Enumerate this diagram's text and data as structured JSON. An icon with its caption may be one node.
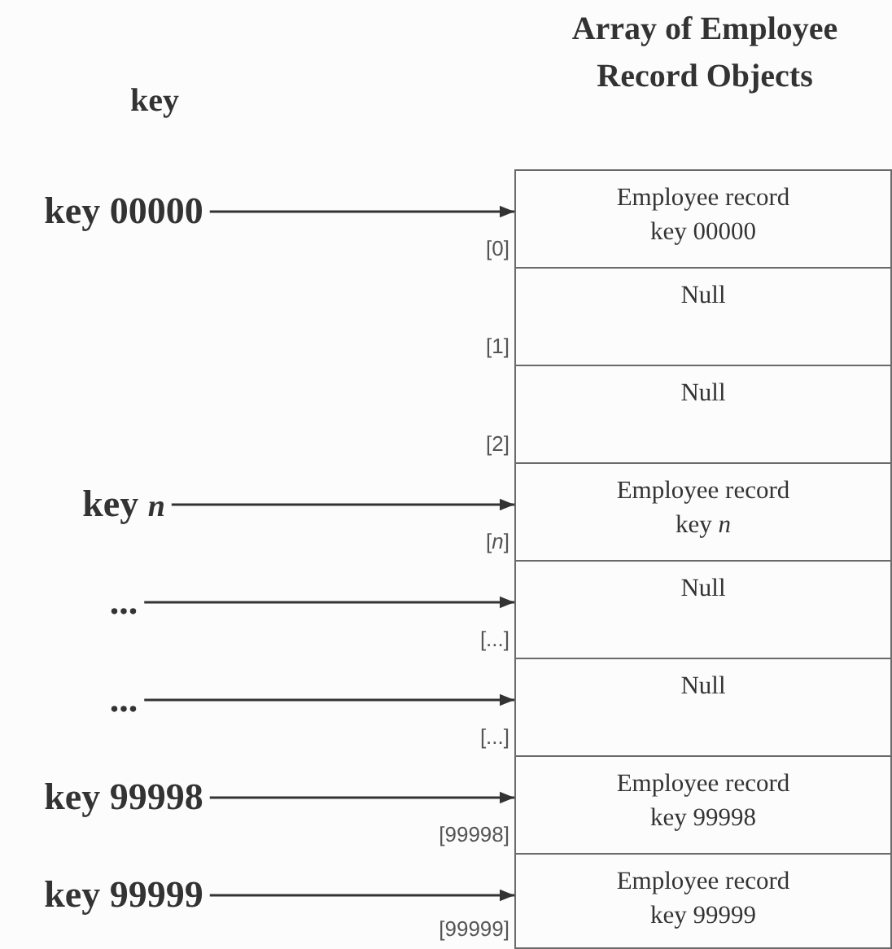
{
  "diagram": {
    "nodes": [
      {
        "text": [
          "key 00000"
        ]
      },
      {
        "text": [
          "Employee record key 00000"
        ],
        "beside": [
          "[0]"
        ]
      },
      {
        "text": [
          "Null"
        ],
        "beside": [
          "[1]"
        ]
      },
      {
        "text": [
          "Null"
        ],
        "beside": [
          "[2]"
        ]
      },
      {
        "text": [
          "key *n*"
        ]
      },
      {
        "text": [
          "Employee record key *n*"
        ],
        "beside": [
          "[*n*]"
        ]
      },
      {
        "text": [
          "..."
        ]
      },
      {
        "text": [
          "Null"
        ],
        "beside": [
          "[...]"
        ]
      },
      {
        "text": [
          "..."
        ]
      },
      {
        "text": [
          "Null"
        ],
        "beside": [
          "[...]"
        ]
      },
      {
        "text": [
          "key 99998"
        ]
      },
      {
        "text": [
          "Employee record key 99998"
        ],
        "beside": [
          "[99998]"
        ]
      },
      {
        "text": [
          "key 99999"
        ]
      },
      {
        "text": [
          "Employee record key 99999"
        ],
        "beside": [
          "[99999]"
        ]
      }
    ],
    "edges": [
      {
        "from": 0,
        "to": 1,
        "arrow": "to"
      },
      {
        "from": 4,
        "to": 5,
        "arrow": "to"
      },
      {
        "from": 6,
        "to": 7,
        "arrow": "to"
      },
      {
        "from": 8,
        "to": 9,
        "arrow": "to"
      },
      {
        "from": 10,
        "to": 11,
        "arrow": "to"
      },
      {
        "from": 12,
        "to": 13,
        "arrow": "to"
      }
    ],
    "labels": [
      "key",
      "Array of Employee Record Objects"
    ]
  }
}
